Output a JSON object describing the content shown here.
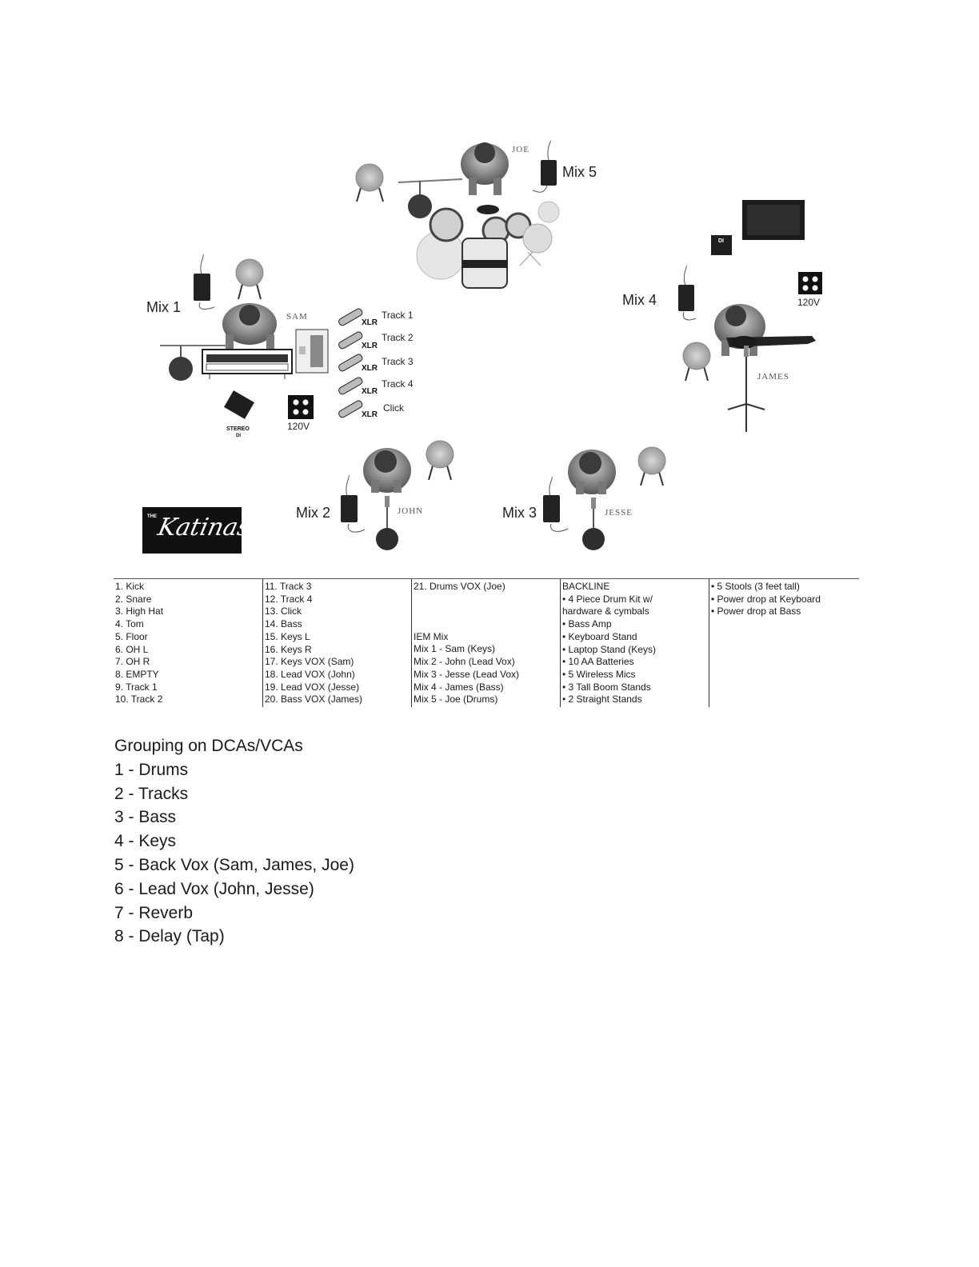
{
  "stage": {
    "performers": {
      "joe": "JOE",
      "sam": "SAM",
      "james": "JAMES",
      "john": "JOHN",
      "jesse": "JESSE"
    },
    "mixes": {
      "mix1": "Mix 1",
      "mix2": "Mix 2",
      "mix3": "Mix 3",
      "mix4": "Mix 4",
      "mix5": "Mix 5"
    },
    "xlr_label": "XLR",
    "tracks": [
      "Track 1",
      "Track 2",
      "Track 3",
      "Track 4",
      "Click"
    ],
    "power_label_keys": "120V",
    "power_label_bass": "120V",
    "di_stereo_label": "STEREO",
    "di_stereo_sub": "DI",
    "di_bass_label": "DI"
  },
  "logo": {
    "prefix": "THE",
    "name": "Katinas"
  },
  "input_list": {
    "col1": [
      "1. Kick",
      "2. Snare",
      "3. High Hat",
      "4. Tom",
      "5. Floor",
      "6. OH L",
      "7. OH R",
      "8. EMPTY",
      "9. Track 1",
      "10. Track 2"
    ],
    "col2": [
      "11. Track 3",
      "12. Track 4",
      "13. Click",
      "14. Bass",
      "15. Keys L",
      "16. Keys R",
      "17. Keys VOX (Sam)",
      "18. Lead VOX (John)",
      "19. Lead VOX (Jesse)",
      "20. Bass VOX (James)"
    ],
    "col3_top": "21. Drums VOX (Joe)",
    "iem_heading": "IEM Mix",
    "iem_mixes": [
      "Mix 1 - Sam (Keys)",
      "Mix 2 - John (Lead Vox)",
      "Mix 3 - Jesse (Lead Vox)",
      "Mix 4 - James (Bass)",
      "Mix 5 - Joe (Drums)"
    ],
    "backline_heading": "BACKLINE",
    "backline": [
      "• 4 Piece Drum Kit w/",
      "hardware & cymbals",
      "• Bass Amp",
      "• Keyboard Stand",
      "• Laptop Stand (Keys)",
      "• 10 AA Batteries",
      "• 5 Wireless Mics",
      "• 3 Tall Boom Stands",
      "• 2 Straight Stands"
    ],
    "extras": [
      "• 5 Stools (3 feet tall)",
      "• Power drop at Keyboard",
      "• Power drop at Bass"
    ]
  },
  "grouping": {
    "title": "Grouping on DCAs/VCAs",
    "items": [
      "1 - Drums",
      "2 - Tracks",
      "3 - Bass",
      "4 - Keys",
      "5 - Back Vox (Sam, James, Joe)",
      "6 - Lead Vox (John, Jesse)",
      "7 - Reverb",
      "8 - Delay (Tap)"
    ]
  }
}
